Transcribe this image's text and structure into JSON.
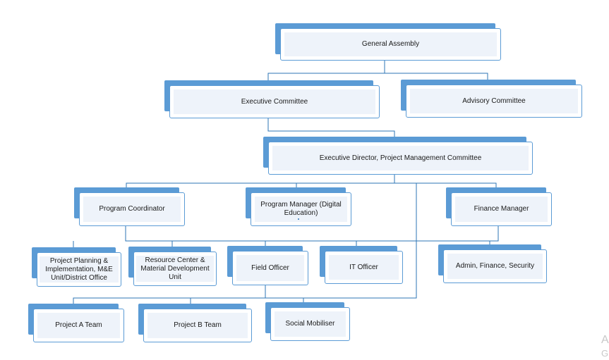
{
  "nodes": {
    "general_assembly": "General Assembly",
    "executive_committee": "Executive Committee",
    "advisory_committee": "Advisory Committee",
    "executive_director": "Executive Director, Project Management Committee",
    "program_coordinator": "Program Coordinator",
    "program_manager": "Program Manager (Digital Education)",
    "finance_manager": "Finance Manager",
    "project_planning": "Project  Planning & Implementation, M&E Unit/District Office",
    "resource_center": "Resource Center & Material Development Unit",
    "field_officer": "Field Officer",
    "it_officer": "IT Officer",
    "admin_finance": "Admin, Finance, Security",
    "project_a": "Project A Team",
    "project_b": "Project B Team",
    "social_mobiliser": "Social Mobiliser"
  },
  "colors": {
    "accent": "#5b9bd5",
    "card_fill": "#eef3fa",
    "line": "#2e75b6"
  },
  "corner_text": [
    "A",
    "G"
  ]
}
